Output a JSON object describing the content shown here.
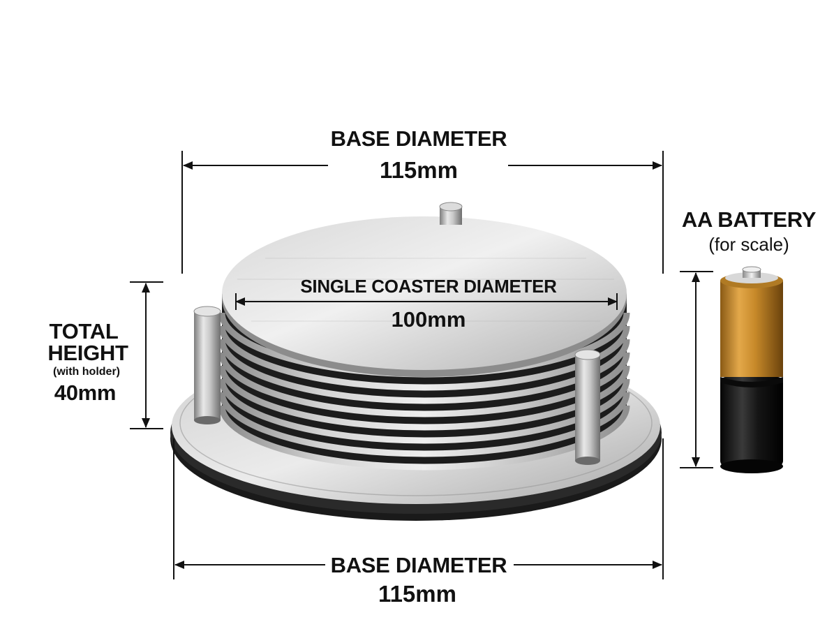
{
  "labels": {
    "top_base_title": "BASE DIAMETER",
    "top_base_value": "115mm",
    "coaster_title": "SINGLE COASTER DIAMETER",
    "coaster_value": "100mm",
    "height_line1": "TOTAL",
    "height_line2": "HEIGHT",
    "height_note": "(with holder)",
    "height_value": "40mm",
    "battery_title": "AA BATTERY",
    "battery_note": "(for scale)",
    "bottom_base_title": "BASE DIAMETER",
    "bottom_base_value": "115mm"
  },
  "colors": {
    "steel_light": "#e6e6e6",
    "steel_mid": "#b8b8b8",
    "steel_dark": "#7a7a7a",
    "cork_black": "#1c1c1c",
    "battery_gold": "#c88a2a",
    "battery_black": "#111111",
    "ink": "#111111"
  }
}
